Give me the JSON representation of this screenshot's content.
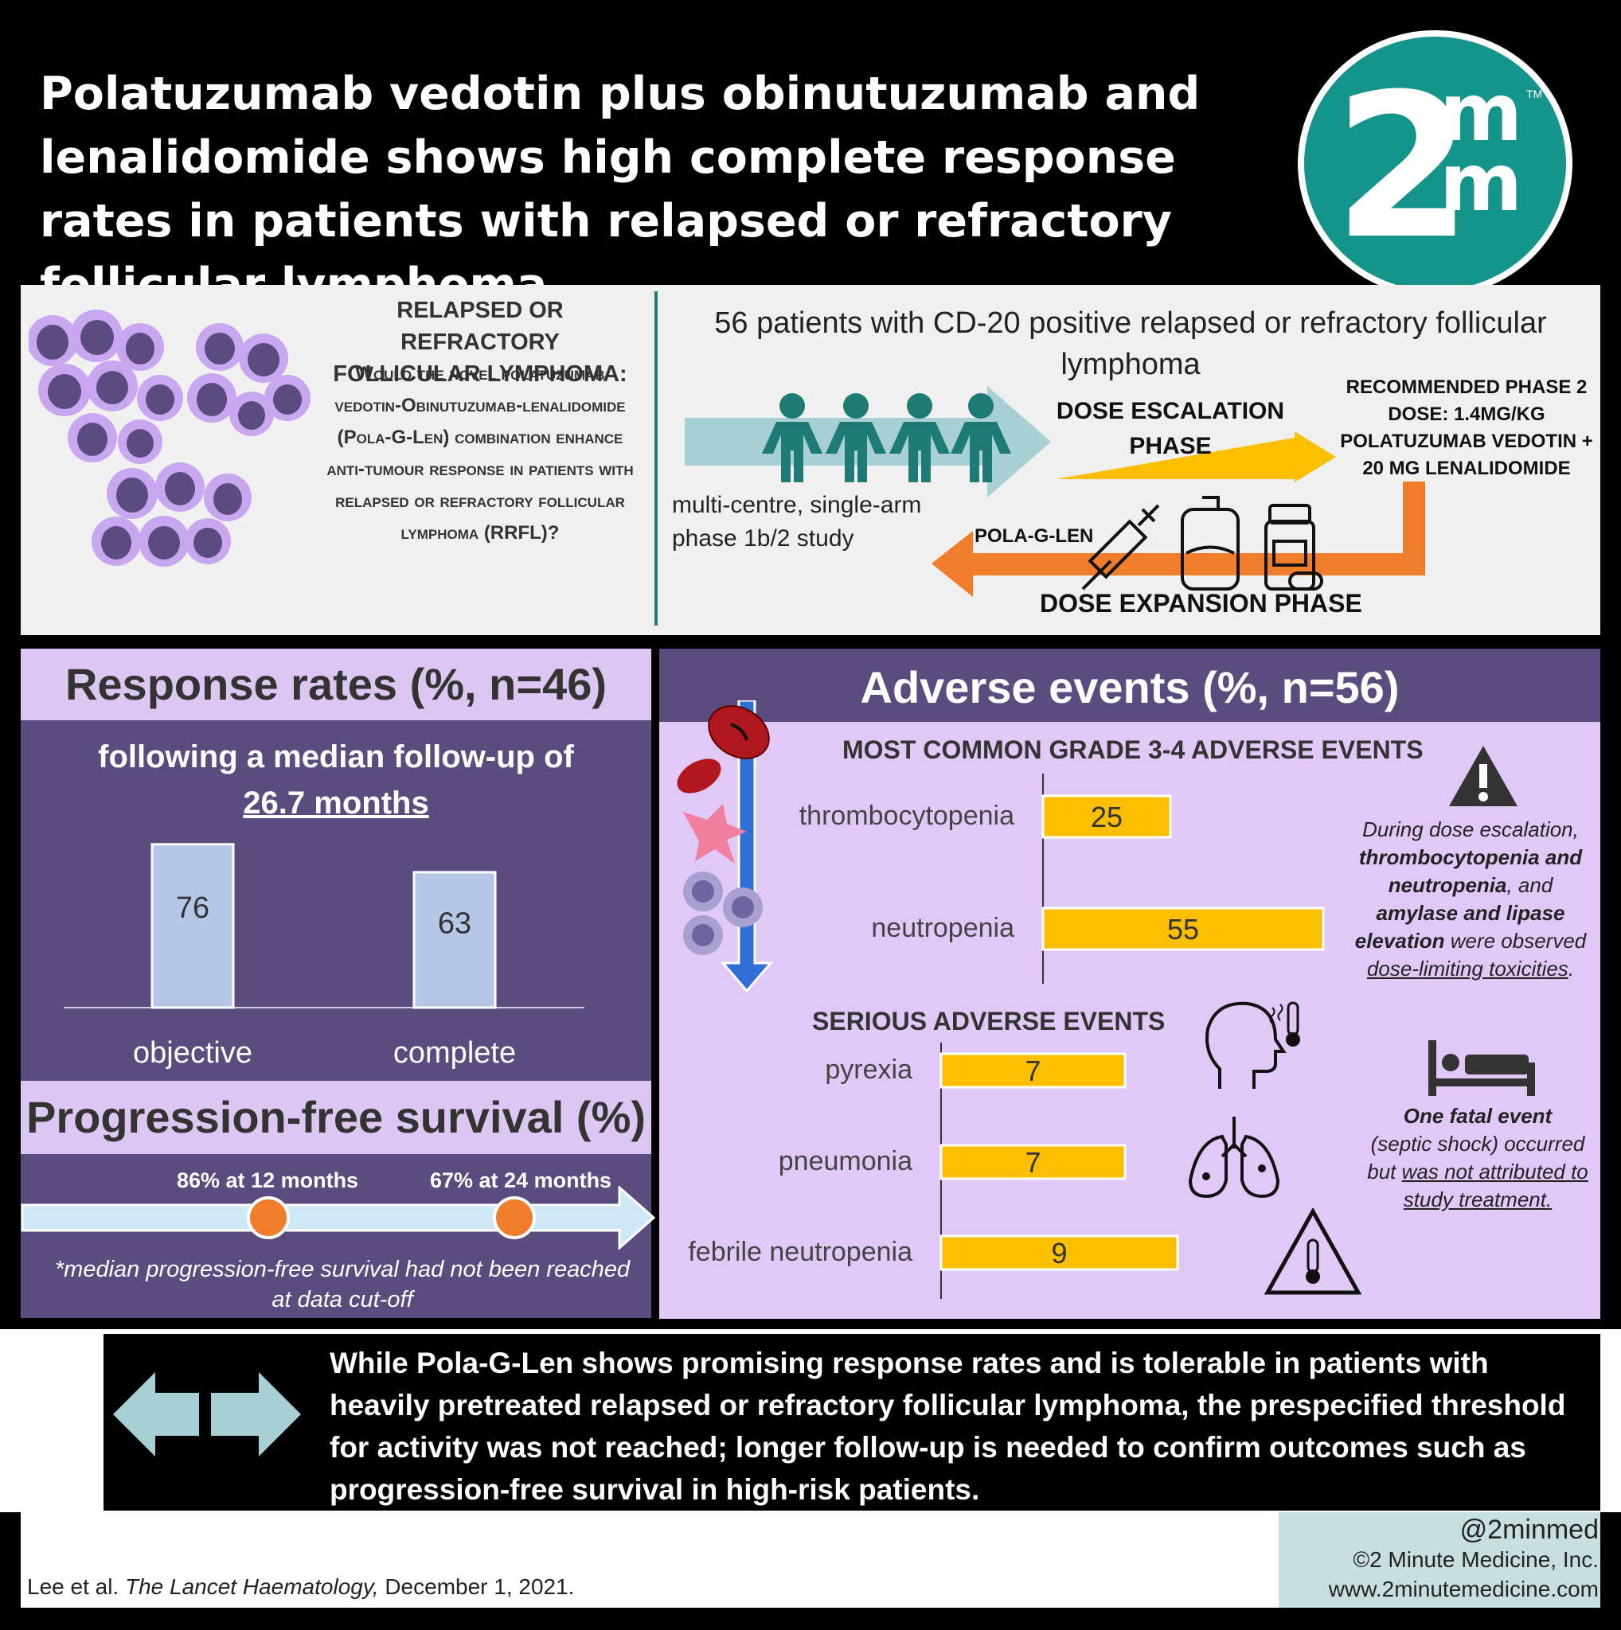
{
  "title": "Polatuzumab vedotin plus obinutuzumab and lenalidomide shows high complete response rates in patients with relapsed or refractory follicular lymphoma",
  "logo": {
    "two": "2",
    "m1": "m",
    "m2": "m",
    "tm": "TM"
  },
  "intro": {
    "question_title": "RELAPSED OR REFRACTORY FOLLICULAR LYMPHOMA:",
    "question_body": "Would the novel polatuzumab vedotin-Obinutuzumab-lenalidomide (Pola-G-Len) combination enhance anti-tumour response in patients with relapsed or refractory follicular lymphoma (RRFL)?",
    "patients": "56 patients with CD-20 positive relapsed or refractory follicular lymphoma",
    "study_design": "multi-centre, single-arm phase 1b/2 study",
    "dose_escalation": "DOSE ESCALATION PHASE",
    "recommended_dose": "RECOMMENDED PHASE 2 DOSE: 1.4MG/KG POLATUZUMAB VEDOTIN + 20 MG LENALIDOMIDE",
    "pola_label": "POLA-G-LEN",
    "dose_expansion": "DOSE EXPANSION PHASE"
  },
  "response": {
    "title": "Response rates (%, n=46)",
    "followup_prefix": "following a median follow-up of",
    "followup_months": "26.7 months"
  },
  "chart_data": [
    {
      "type": "bar",
      "title": "Response rates (%, n=46)",
      "categories": [
        "objective",
        "complete"
      ],
      "values": [
        76,
        63
      ]
    },
    {
      "type": "bar",
      "title": "MOST COMMON GRADE 3-4 ADVERSE EVENTS",
      "categories": [
        "thrombocytopenia",
        "neutropenia"
      ],
      "values": [
        25,
        55
      ]
    },
    {
      "type": "bar",
      "title": "SERIOUS ADVERSE EVENTS",
      "categories": [
        "pyrexia",
        "pneumonia",
        "febrile neutropenia"
      ],
      "values": [
        7,
        7,
        9
      ]
    }
  ],
  "pfs": {
    "title": "Progression-free survival (%)",
    "label_12": "86% at 12 months",
    "label_24": "67% at 24 months",
    "note": "*median progression-free survival had not been reached at data cut-off"
  },
  "adverse": {
    "title": "Adverse events (%, n=56)",
    "grade34_title": "MOST COMMON GRADE 3-4 ADVERSE EVENTS",
    "serious_title": "SERIOUS ADVERSE EVENTS",
    "note1_a": "During dose escalation,",
    "note1_b": "thrombocytopenia and neutropenia",
    "note1_c": ", and",
    "note1_d": "amylase and lipase elevation",
    "note1_e": "were observed",
    "note1_f": "dose-limiting toxicities",
    "note1_g": ".",
    "note2_a": "One fatal event",
    "note2_b": "(septic shock) occurred but",
    "note2_c": "was not attributed to study treatment."
  },
  "conclusion": "While Pola-G-Len shows promising response rates and is tolerable in patients with heavily pretreated relapsed or refractory follicular lymphoma, the prespecified threshold for activity was not reached; longer follow-up is needed to confirm outcomes such as progression-free survival in high-risk patients.",
  "footer": {
    "handle": "@2minmed",
    "company": "©2 Minute Medicine, Inc.",
    "website": "www.2minutemedicine.com",
    "citation_authors": "Lee et al.",
    "citation_journal": "The Lancet Haematology,",
    "citation_date": "December 1, 2021."
  },
  "colors": {
    "teal": "#14948a",
    "purple_dark": "#5a4c7e",
    "purple_light": "#dcc7f3",
    "bar_yellow": "#fbbf00",
    "bar_blue": "#b5c7e6",
    "orange": "#ef7d2c"
  }
}
